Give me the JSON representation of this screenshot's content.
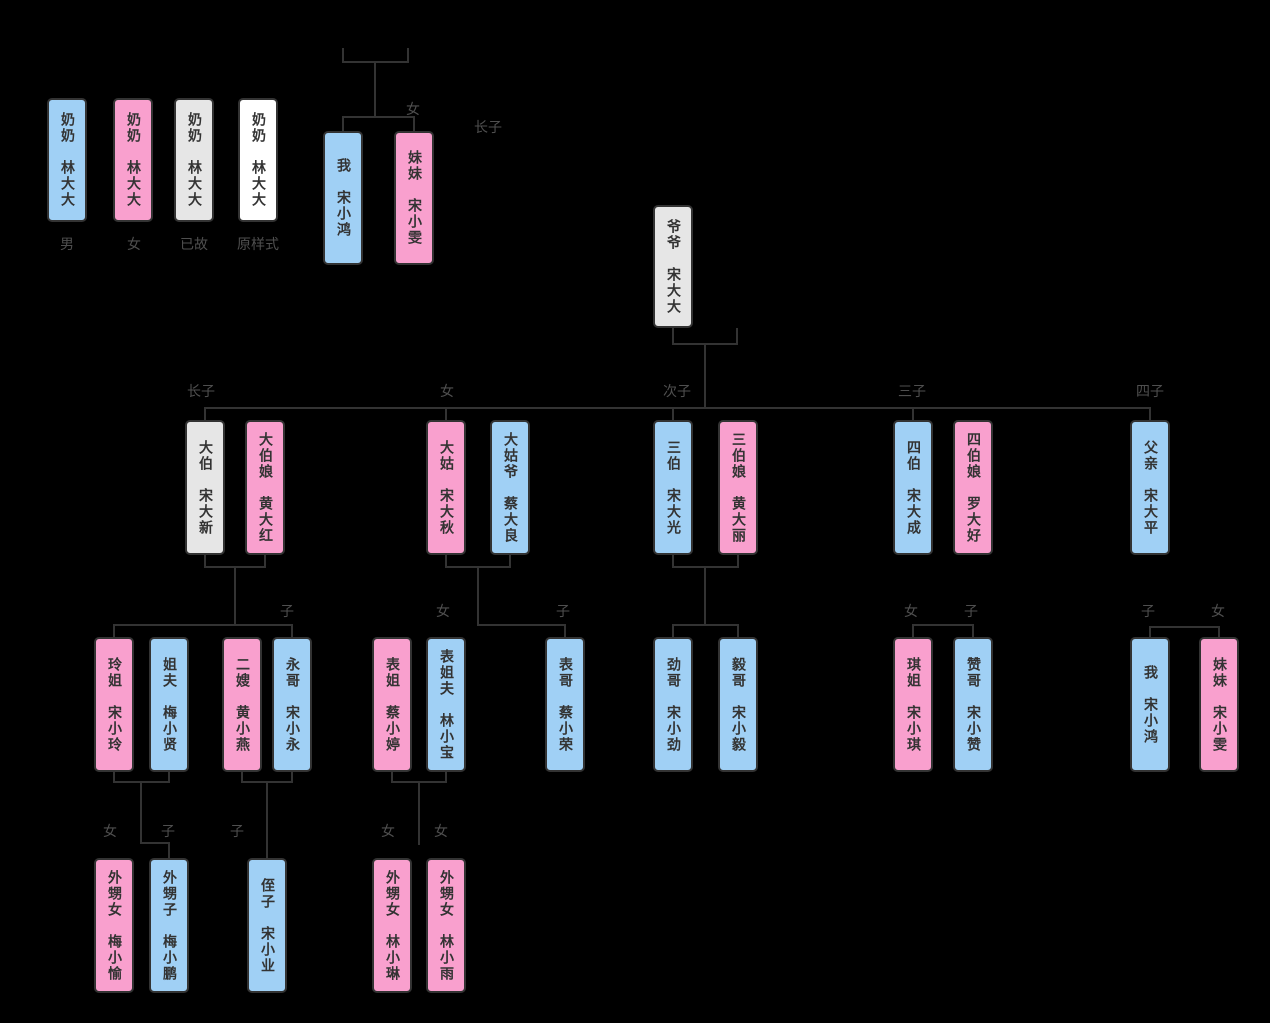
{
  "legend": {
    "items": [
      {
        "text": "奶奶　林大大",
        "label": "男",
        "type": "male"
      },
      {
        "text": "奶奶　林大大",
        "label": "女",
        "type": "female"
      },
      {
        "text": "奶奶　林大大",
        "label": "已故",
        "type": "deceased"
      },
      {
        "text": "奶奶　林大大",
        "label": "原样式",
        "type": "original"
      }
    ]
  },
  "colors": {
    "male": "#A0D0F5",
    "female": "#F9A0CE",
    "deceased": "#E6E6E6",
    "original": "#FFFFFF",
    "border": "#333333",
    "line": "#333333",
    "label_text": "#4F4F4F",
    "background": "#000000"
  },
  "persons": {
    "top_me": {
      "text": "我　宋小鸿",
      "type": "male"
    },
    "top_sister": {
      "text": "妹妹　宋小雯",
      "type": "female"
    },
    "grandpa": {
      "text": "爷爷　宋大大",
      "type": "deceased"
    },
    "dabo": {
      "text": "大伯　宋大新",
      "type": "deceased"
    },
    "daboniang": {
      "text": "大伯娘　黄大红",
      "type": "female"
    },
    "dagu": {
      "text": "大姑　宋大秋",
      "type": "female"
    },
    "daguye": {
      "text": "大姑爷　蔡大良",
      "type": "male"
    },
    "sanbo": {
      "text": "三伯　宋大光",
      "type": "male"
    },
    "sanboniang": {
      "text": "三伯娘　黄大丽",
      "type": "female"
    },
    "sibo": {
      "text": "四伯　宋大成",
      "type": "male"
    },
    "siboniang": {
      "text": "四伯娘　罗大好",
      "type": "female"
    },
    "father": {
      "text": "父亲　宋大平",
      "type": "male"
    },
    "lingjie": {
      "text": "玲姐　宋小玲",
      "type": "female"
    },
    "jiefu": {
      "text": "姐夫　梅小贤",
      "type": "male"
    },
    "ersao": {
      "text": "二嫂　黄小燕",
      "type": "female"
    },
    "yongge": {
      "text": "永哥　宋小永",
      "type": "male"
    },
    "biaojie": {
      "text": "表姐　蔡小婷",
      "type": "female"
    },
    "biaojiefu": {
      "text": "表姐夫　林小宝",
      "type": "male"
    },
    "biaoge": {
      "text": "表哥　蔡小荣",
      "type": "male"
    },
    "jinge": {
      "text": "劲哥　宋小劲",
      "type": "male"
    },
    "yige": {
      "text": "毅哥　宋小毅",
      "type": "male"
    },
    "qijie": {
      "text": "琪姐　宋小琪",
      "type": "female"
    },
    "zange": {
      "text": "赞哥　宋小赞",
      "type": "male"
    },
    "me": {
      "text": "我　宋小鸿",
      "type": "male"
    },
    "sister": {
      "text": "妹妹　宋小雯",
      "type": "female"
    },
    "niece_mei": {
      "text": "外甥女　梅小愉",
      "type": "female"
    },
    "nephew_mei": {
      "text": "外甥子　梅小鹏",
      "type": "male"
    },
    "nephew_song": {
      "text": "侄子　宋小业",
      "type": "male"
    },
    "niece_lin1": {
      "text": "外甥女　林小琳",
      "type": "female"
    },
    "niece_lin2": {
      "text": "外甥女　林小雨",
      "type": "female"
    }
  },
  "section_labels": {
    "top": {
      "gender": "女",
      "eldest": "长子"
    },
    "generation2": [
      "长子",
      "女",
      "次子",
      "三子",
      "四子"
    ],
    "generation3": {
      "groupA_son": "子",
      "groupB": [
        "女",
        "子"
      ],
      "groupD": [
        "女",
        "子"
      ],
      "groupE": [
        "子",
        "女"
      ]
    },
    "generation4": [
      "女",
      "子",
      "子",
      "女",
      "女"
    ]
  }
}
